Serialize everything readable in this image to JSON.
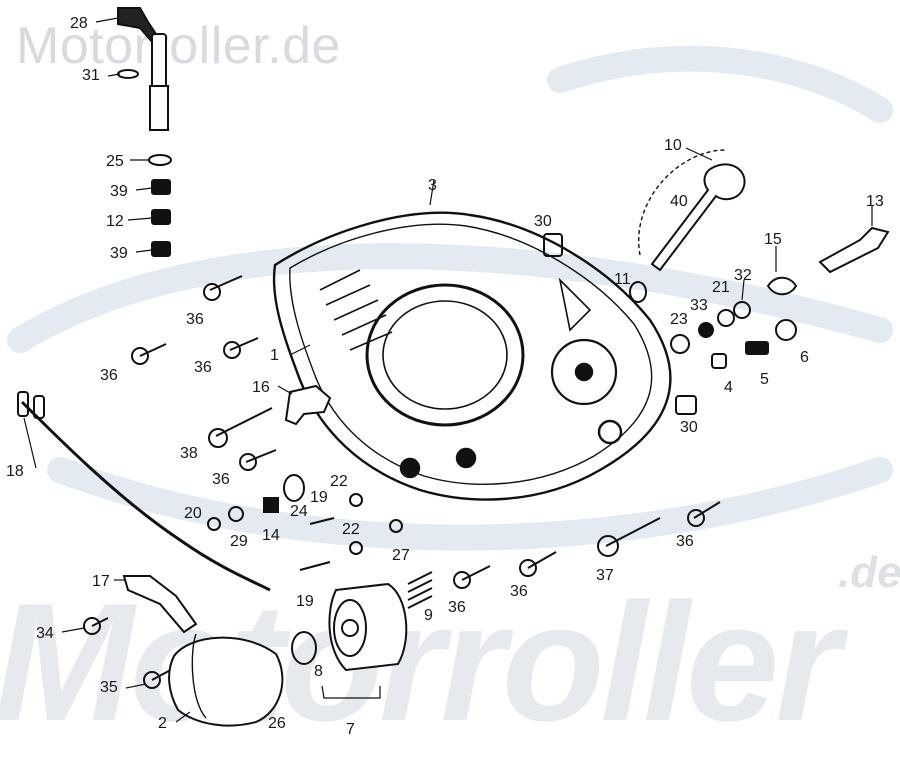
{
  "watermark": {
    "top": "Motorroller.de",
    "bottom": "Motorroller",
    "suffix": ".de"
  },
  "labels": [
    {
      "text": "28"
    },
    {
      "text": "31"
    },
    {
      "text": "25"
    },
    {
      "text": "39"
    },
    {
      "text": "12"
    },
    {
      "text": "39"
    },
    {
      "text": "36"
    },
    {
      "text": "36"
    },
    {
      "text": "36"
    },
    {
      "text": "1"
    },
    {
      "text": "16"
    },
    {
      "text": "38"
    },
    {
      "text": "36"
    },
    {
      "text": "18"
    },
    {
      "text": "20"
    },
    {
      "text": "29"
    },
    {
      "text": "14"
    },
    {
      "text": "24"
    },
    {
      "text": "19"
    },
    {
      "text": "22"
    },
    {
      "text": "22"
    },
    {
      "text": "27"
    },
    {
      "text": "19"
    },
    {
      "text": "17"
    },
    {
      "text": "34"
    },
    {
      "text": "35"
    },
    {
      "text": "2"
    },
    {
      "text": "26"
    },
    {
      "text": "8"
    },
    {
      "text": "7"
    },
    {
      "text": "9"
    },
    {
      "text": "36"
    },
    {
      "text": "36"
    },
    {
      "text": "37"
    },
    {
      "text": "36"
    },
    {
      "text": "3"
    },
    {
      "text": "30"
    },
    {
      "text": "10"
    },
    {
      "text": "40"
    },
    {
      "text": "11"
    },
    {
      "text": "13"
    },
    {
      "text": "15"
    },
    {
      "text": "32"
    },
    {
      "text": "21"
    },
    {
      "text": "33"
    },
    {
      "text": "23"
    },
    {
      "text": "6"
    },
    {
      "text": "4"
    },
    {
      "text": "5"
    },
    {
      "text": "30"
    }
  ]
}
